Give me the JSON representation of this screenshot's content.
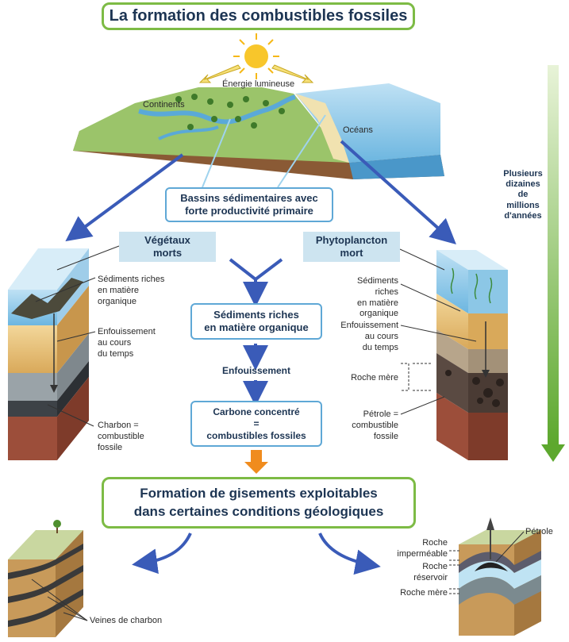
{
  "title": "La formation des combustibles fossiles",
  "top_scene": {
    "energy": "Énergie lumineuse",
    "continents": "Continents",
    "oceans": "Océans"
  },
  "basins": "Bassins sédimentaires avec\nforte productivité primaire",
  "time_label": "Plusieurs\ndizaines\nde\nmillions\nd'années",
  "left_source": "Végétaux\nmorts",
  "right_source": "Phytoplancton\nmort",
  "center_flow": {
    "sediments": "Sédiments riches\nen matière organique",
    "burial": "Enfouissement",
    "carbon": "Carbone concentré\n=\ncombustibles fossiles"
  },
  "left_block": {
    "sediments": "Sédiments riches\nen matière\norganique",
    "burial": "Enfouissement\nau cours\ndu temps",
    "coal": "Charbon =\ncombustible\nfossile"
  },
  "right_block": {
    "sediments": "Sédiments riches\nen matière\norganique",
    "burial": "Enfouissement\nau cours\ndu temps",
    "source_rock": "Roche mère",
    "oil": "Pétrole =\ncombustible\nfossile"
  },
  "deposits": "Formation de gisements exploitables\ndans certaines conditions géologiques",
  "bottom_left": {
    "veins": "Veines de charbon"
  },
  "bottom_right": {
    "oil": "Pétrole",
    "cap_rock": "Roche\nimperméable",
    "reservoir": "Roche\nréservoir",
    "source_rock": "Roche mère"
  },
  "colors": {
    "green_border": "#7dbb45",
    "blue_arrow": "#3a5bb8",
    "orange_arrow": "#f08c1e",
    "label_bg": "#cde4f0",
    "water": "#5fb0df"
  }
}
